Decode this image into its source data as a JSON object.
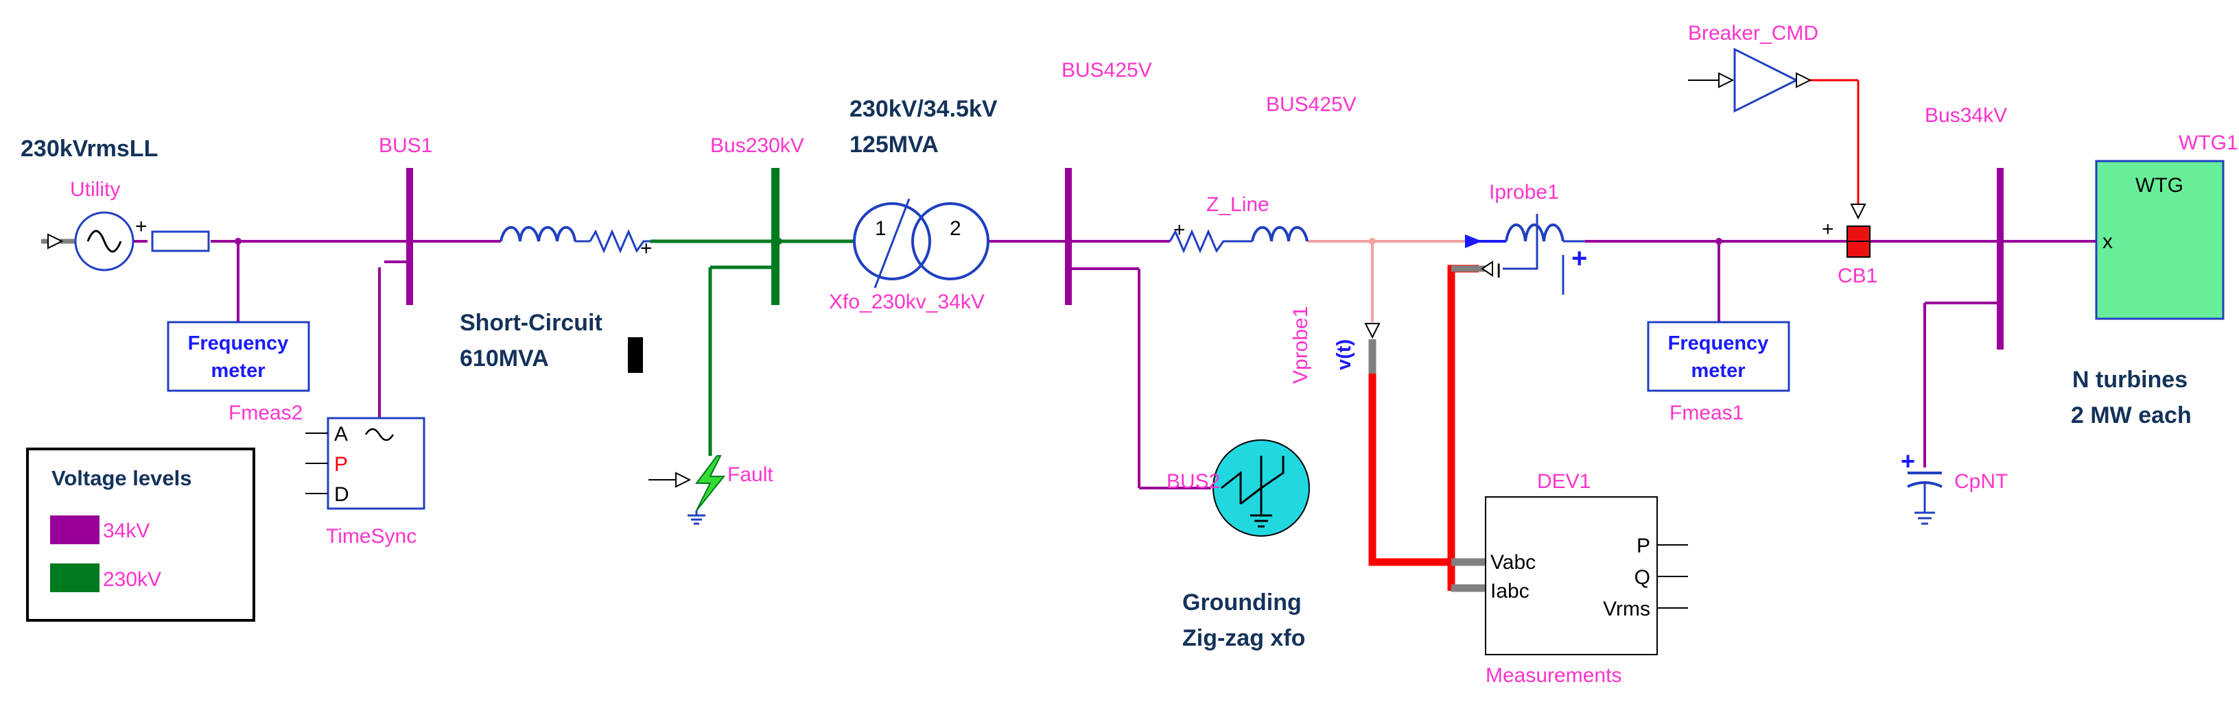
{
  "labels": {
    "source_voltage": "230kVrmsLL",
    "utility": "Utility",
    "bus1": "BUS1",
    "bus230kv": "Bus230kV",
    "xfo_title_1": "230kV/34.5kV",
    "xfo_title_2": "125MVA",
    "bus425v_a": "BUS425V",
    "bus425v_b": "BUS425V",
    "breaker_cmd": "Breaker_CMD",
    "bus34kv": "Bus34kV",
    "wtg1": "WTG1",
    "wtg_block": "WTG",
    "wtg_pin": "x",
    "z_line": "Z_Line",
    "iprobe1": "Iprobe1",
    "xfo_name": "Xfo_230kv_34kV",
    "xfo_w1": "1",
    "xfo_w2": "2",
    "short_circuit_1": "Short-Circuit",
    "short_circuit_2": "610MVA",
    "freq_meter_1": "Frequency",
    "freq_meter_2": "meter",
    "fmeas2": "Fmeas2",
    "fmeas1": "Fmeas1",
    "vprobe1": "Vprobe1",
    "vprobe_v": "v(t)",
    "cb1": "CB1",
    "n_turbines_1": "N turbines",
    "n_turbines_2": "2 MW each",
    "fault": "Fault",
    "timesync": "TimeSync",
    "timesync_a": "A",
    "timesync_p": "P",
    "timesync_d": "D",
    "bus2": "BUS2",
    "grounding_1": "Grounding",
    "grounding_2": "Zig-zag xfo",
    "dev1": "DEV1",
    "measurements": "Measurements",
    "meas_vabc": "Vabc",
    "meas_iabc": "Iabc",
    "meas_p": "P",
    "meas_q": "Q",
    "meas_vrms": "Vrms",
    "cpnt": "CpNT",
    "iprobe_i": "I",
    "plus": "+"
  },
  "legend": {
    "title": "Voltage levels",
    "items": [
      {
        "label": "34kV",
        "color": "#990099"
      },
      {
        "label": "230kV",
        "color": "#007a1f"
      }
    ]
  },
  "colors": {
    "kv34": "#990099",
    "kv230": "#007a1f",
    "label_magenta": "#ff33cc",
    "wtg_fill": "#66ee99",
    "zigzag_fill": "#22d8e0",
    "signal_red": "#ff0000",
    "line_pink": "#f4a0a0"
  }
}
